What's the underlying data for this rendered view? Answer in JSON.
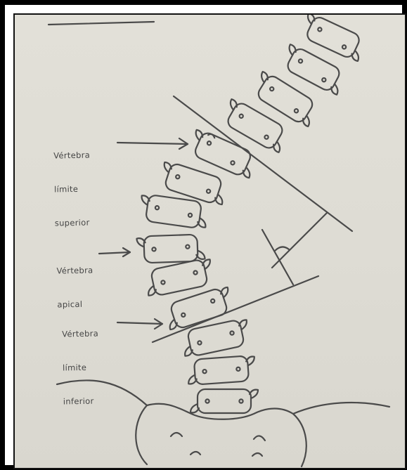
{
  "labels": {
    "upper": {
      "line1": "Vértebra",
      "line2": "límite",
      "line3": "superior"
    },
    "apical": {
      "line1": "Vértebra",
      "line2": "apical"
    },
    "lower": {
      "line1": "Vértebra",
      "line2": "límite",
      "line3": "inferior"
    }
  },
  "colors": {
    "ink": "#4a4a4a",
    "paper": "#dedcd4",
    "frame": "#000000"
  }
}
